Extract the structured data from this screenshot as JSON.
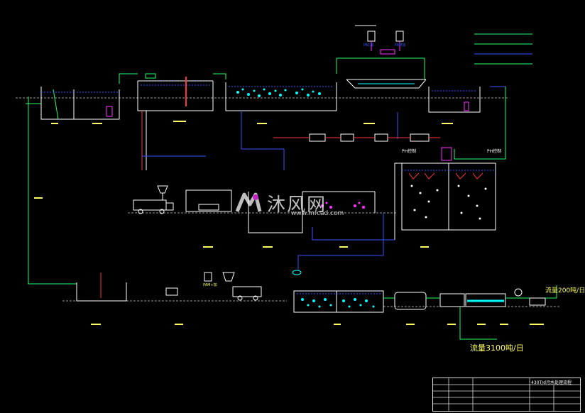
{
  "drawing": {
    "legend_lines": [
      {
        "color": "#22ff66"
      },
      {
        "color": "#22ff66"
      },
      {
        "color": "#3355ff"
      },
      {
        "color": "#22ff66"
      }
    ],
    "annotations": {
      "flow_200": "流量200吨/日",
      "flow_3100": "流量3100吨/日",
      "ph_left": "PH控制",
      "ph_right": "PH控制",
      "pac": "PAC加",
      "pam": "PAM加",
      "pam2": "PAM+加"
    },
    "watermark": {
      "brand": "沐风网",
      "url": "www.mfcad.com"
    },
    "title_block": {
      "project_title": "430T/d污水处理流程"
    }
  },
  "colors": {
    "structure": "#ffffff",
    "pipe_green": "#22ff66",
    "pipe_blue": "#3355ff",
    "pipe_red": "#ff3333",
    "cyan": "#00ffff",
    "magenta": "#ff33ff",
    "text_yellow": "#ffff66",
    "ground": "#999999"
  }
}
